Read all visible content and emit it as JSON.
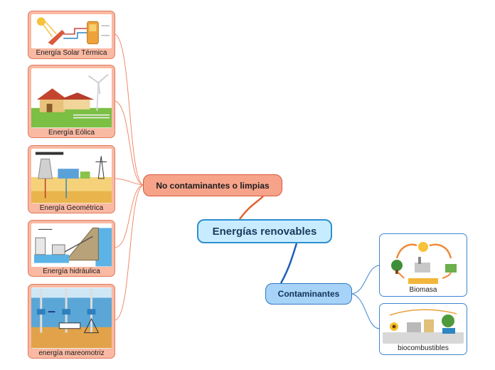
{
  "central": {
    "label": "Energías renovables"
  },
  "branches": {
    "clean": {
      "label": "No contaminantes o limpias",
      "color": "#f6a38a",
      "items": [
        {
          "caption": "Energía Solar Térmica",
          "icon": "solar-thermal-illustration"
        },
        {
          "caption": "Energía Eólica",
          "icon": "wind-turbine-illustration"
        },
        {
          "caption": "Energía Geométrica",
          "icon": "geothermal-plant-illustration"
        },
        {
          "caption": "Energía hidráulica",
          "icon": "hydro-dam-illustration"
        },
        {
          "caption": "energía mareomotriz",
          "icon": "tidal-turbine-illustration"
        }
      ]
    },
    "polluting": {
      "label": "Contaminantes",
      "color": "#a7d3f8",
      "items": [
        {
          "caption": "Biomasa",
          "icon": "biomass-cycle-illustration"
        },
        {
          "caption": "biocombustibles",
          "icon": "biofuel-cycle-illustration"
        }
      ]
    }
  }
}
